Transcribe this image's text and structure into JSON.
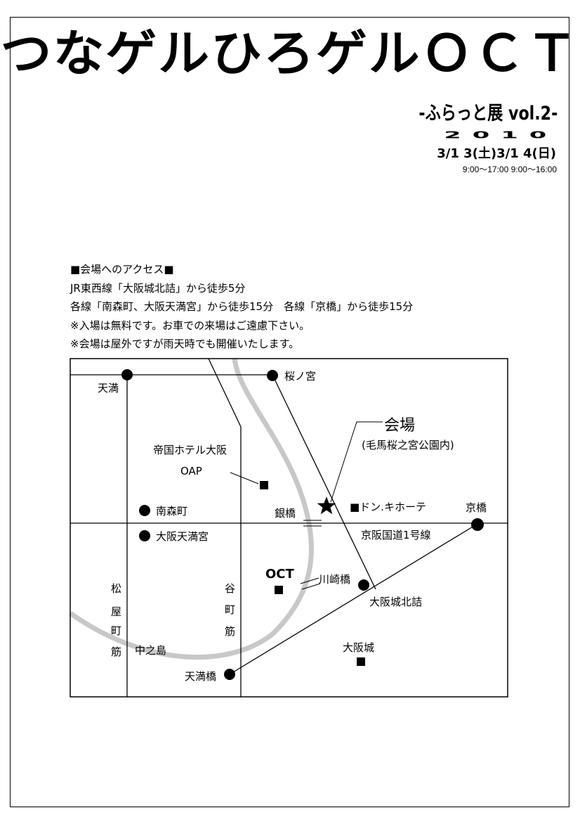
{
  "poster": {
    "title": "つなゲルひろゲルＯＣＴ",
    "subtitle": "-ふらっと展 vol.2-",
    "year": "2010",
    "dates": "3/1 3(土)3/1 4(日)",
    "times": "9:00～17:00  9:00～16:00"
  },
  "access": {
    "heading": "■会場へのアクセス■",
    "lines": [
      "JR東西線「大阪城北詰」から徒歩5分",
      "各線「南森町、大阪天満宮」から徒歩15分　各線「京橋」から徒歩15分",
      "※入場は無料です。お車での来場はご遠慮下さい。",
      "※会場は屋外ですが雨天時でも開催いたします。"
    ]
  },
  "map": {
    "venue_label": "会場",
    "venue_sub": "(毛馬桜之宮公園内)",
    "stations": {
      "tenma": "天満",
      "sakuranomiya": "桜ノ宮",
      "minamimorimachi": "南森町",
      "osaka_tenmangu": "大阪天満宮",
      "kyobashi": "京橋",
      "kawasakibashi": "川崎橋",
      "osakajo_kitazume": "大阪城北詰",
      "tenmabashi": "天満橋"
    },
    "landmarks": {
      "imperial_hotel_line1": "帝国ホテル大阪",
      "imperial_hotel_line2": "OAP",
      "gin_bashi": "銀橋",
      "don_quijote": "■ドン.キホーテ",
      "route1": "京阪国道1号線",
      "oct": "OCT",
      "osaka_castle": "大阪城",
      "nakanoshima": "中之島"
    },
    "streets": {
      "matsuyamachi": [
        "松",
        "屋",
        "町",
        "筋"
      ],
      "tanimachi": [
        "谷",
        "町",
        "筋"
      ]
    }
  }
}
